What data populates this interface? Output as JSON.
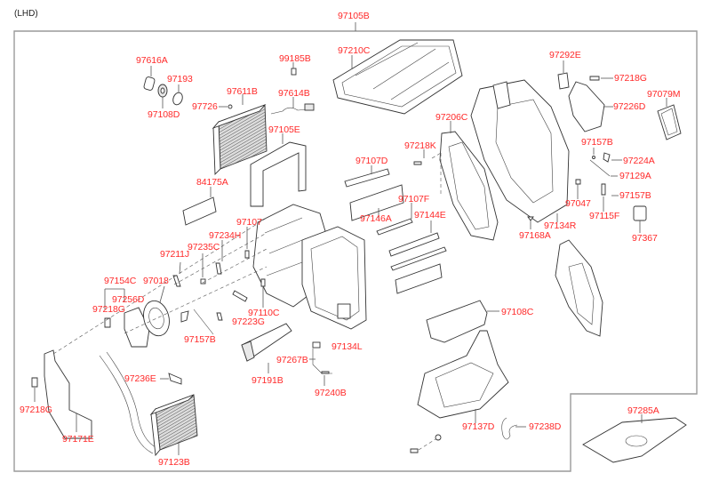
{
  "header": {
    "variant": "(LHD)"
  },
  "diagram": {
    "title_part": "97105B",
    "label_color": "#ff2a2a",
    "parts": {
      "p97616A": "97616A",
      "p97193": "97193",
      "p97108D": "97108D",
      "p97726": "97726",
      "p97611B": "97611B",
      "p99185B": "99185B",
      "p97614B": "97614B",
      "p97105E": "97105E",
      "p97210C": "97210C",
      "p84175A": "84175A",
      "p97292E": "97292E",
      "p97218G_top": "97218G",
      "p97079M": "97079M",
      "p97226D": "97226D",
      "p97206C": "97206C",
      "p97218K": "97218K",
      "p97107D": "97107D",
      "p97157B_r1": "97157B",
      "p97224A": "97224A",
      "p97129A": "97129A",
      "p97157B_r2": "97157B",
      "p97107F": "97107F",
      "p97146A": "97146A",
      "p97144E": "97144E",
      "p97047": "97047",
      "p97115F": "97115F",
      "p97134R": "97134R",
      "p97168A": "97168A",
      "p97367": "97367",
      "p97107": "97107",
      "p97234H": "97234H",
      "p97235C": "97235C",
      "p97211J": "97211J",
      "p97154C": "97154C",
      "p97018": "97018",
      "p97256D": "97256D",
      "p97218G_left": "97218G",
      "p97110C": "97110C",
      "p97223G": "97223G",
      "p97157B_l": "97157B",
      "p97108C": "97108C",
      "p97134L": "97134L",
      "p97267B": "97267B",
      "p97191B": "97191B",
      "p97240B": "97240B",
      "p97236E": "97236E",
      "p97218G_bottom": "97218G",
      "p97171E": "97171E",
      "p97137D": "97137D",
      "p97238D": "97238D",
      "p97123B": "97123B",
      "p97285A": "97285A"
    }
  }
}
